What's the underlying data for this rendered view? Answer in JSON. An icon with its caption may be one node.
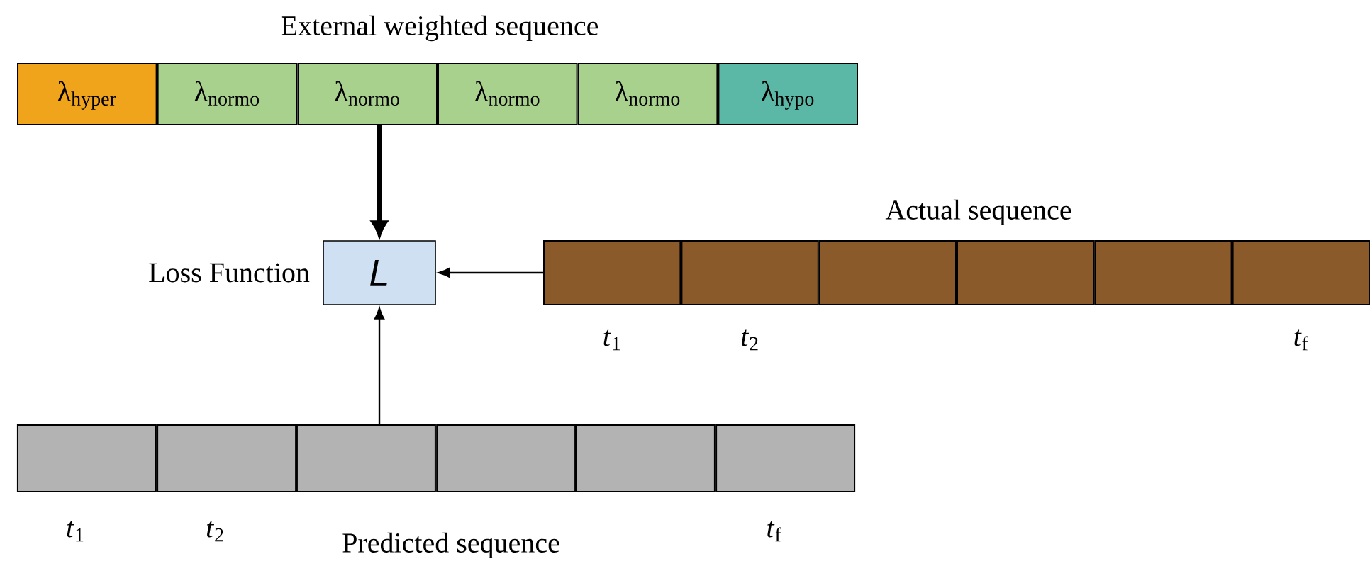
{
  "diagram": {
    "nodes": [
      {
        "text": [
          "λ$_{hyper}$"
        ]
      },
      {
        "text": [
          "λ$_{normo}$"
        ]
      },
      {
        "text": [
          "λ$_{normo}$"
        ]
      },
      {
        "text": [
          "λ$_{normo}$"
        ]
      },
      {
        "text": [
          "λ$_{normo}$"
        ]
      },
      {
        "text": [
          "λ$_{hypo}$"
        ]
      },
      {
        "text": [
          "L"
        ],
        "beside": [
          "Loss Function"
        ]
      },
      {
        "text": [],
        "shape": "box",
        "beside": [
          "*t*$_{1}$"
        ]
      },
      {
        "text": [],
        "shape": "box",
        "beside": [
          "*t*$_{2}$"
        ]
      },
      {
        "text": [],
        "shape": "box"
      },
      {
        "text": [],
        "shape": "box"
      },
      {
        "text": [],
        "shape": "box"
      },
      {
        "text": [],
        "shape": "box",
        "beside": [
          "*t*$_{f}$"
        ]
      },
      {
        "text": [],
        "shape": "box",
        "beside": [
          "*t*$_{1}$"
        ]
      },
      {
        "text": [],
        "shape": "box",
        "beside": [
          "*t*$_{2}$"
        ]
      },
      {
        "text": [],
        "shape": "box"
      },
      {
        "text": [],
        "shape": "box"
      },
      {
        "text": [],
        "shape": "box"
      },
      {
        "text": [],
        "shape": "box",
        "beside": [
          "*t*$_{f}$"
        ]
      }
    ],
    "edges": [
      {
        "from": 2,
        "to": 6,
        "arrow": "to",
        "style": "thick"
      },
      {
        "from": 7,
        "to": 6,
        "arrow": "to"
      },
      {
        "from": 15,
        "to": 6,
        "arrow": "to"
      }
    ],
    "labels": [
      "External weighted sequence",
      "Actual sequence",
      "Predicted sequence"
    ]
  }
}
